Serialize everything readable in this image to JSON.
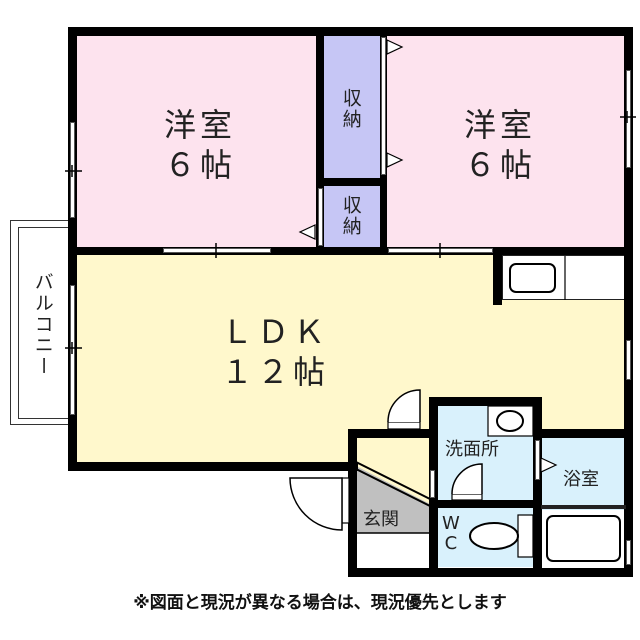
{
  "floorplan": {
    "rooms": [
      {
        "id": "western-room-left",
        "name": "洋室",
        "size": "６帖",
        "color": "#fde3ee"
      },
      {
        "id": "western-room-right",
        "name": "洋室",
        "size": "６帖",
        "color": "#fde3ee"
      },
      {
        "id": "storage-upper",
        "name": "収納",
        "color": "#c6c6f5"
      },
      {
        "id": "storage-lower",
        "name": "収納",
        "color": "#c6c6f5"
      },
      {
        "id": "ldk",
        "name": "ＬＤＫ",
        "size": "１２帖",
        "color": "#fff8cc"
      },
      {
        "id": "balcony",
        "name": "バルコニー",
        "color": "#ffffff"
      },
      {
        "id": "washroom",
        "name": "洗面所",
        "color": "#d9f1fc"
      },
      {
        "id": "bathroom",
        "name": "浴室",
        "color": "#d9f1fc"
      },
      {
        "id": "toilet",
        "name": "WC",
        "color": "#d9f1fc"
      },
      {
        "id": "entrance",
        "name": "玄関",
        "color": "#c0c0c0"
      }
    ],
    "labels": {
      "room_left_name": "洋室",
      "room_left_size": "６帖",
      "room_right_name": "洋室",
      "room_right_size": "６帖",
      "storage_upper": "収納",
      "storage_lower": "収納",
      "ldk_name": "ＬＤＫ",
      "ldk_size": "１２帖",
      "balcony": "バルコニー",
      "washroom": "洗面所",
      "bathroom": "浴室",
      "toilet_w": "W",
      "toilet_c": "C",
      "entrance": "玄関"
    },
    "note": "※図面と現況が異なる場合は、現況優先とします"
  }
}
